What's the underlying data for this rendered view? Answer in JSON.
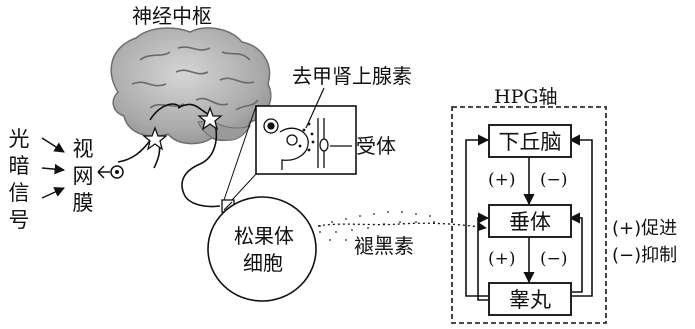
{
  "title": "神经中枢",
  "left_input": {
    "light_signal": [
      "光",
      "暗",
      "信",
      "号"
    ],
    "retina": [
      "视",
      "网",
      "膜"
    ]
  },
  "synapse_labels": {
    "neurotransmitter": "去甲肾上腺素",
    "receptor": "受体"
  },
  "pineal": {
    "line1": "松果体",
    "line2": "细胞",
    "hormone": "褪黑素"
  },
  "hpg": {
    "title": "HPG轴",
    "hypothalamus": "下丘脑",
    "pituitary": "垂体",
    "testis": "睾丸",
    "sign_plus_1": "(+)",
    "sign_minus_1": "(−)",
    "sign_plus_2": "(+)",
    "sign_minus_2": "(−)"
  },
  "legend": {
    "promote": "(+)促进",
    "inhibit": "(−)抑制"
  },
  "colors": {
    "brain_fill": "#b8b8b8",
    "brain_dark": "#7d7d7d",
    "line": "#111111"
  }
}
